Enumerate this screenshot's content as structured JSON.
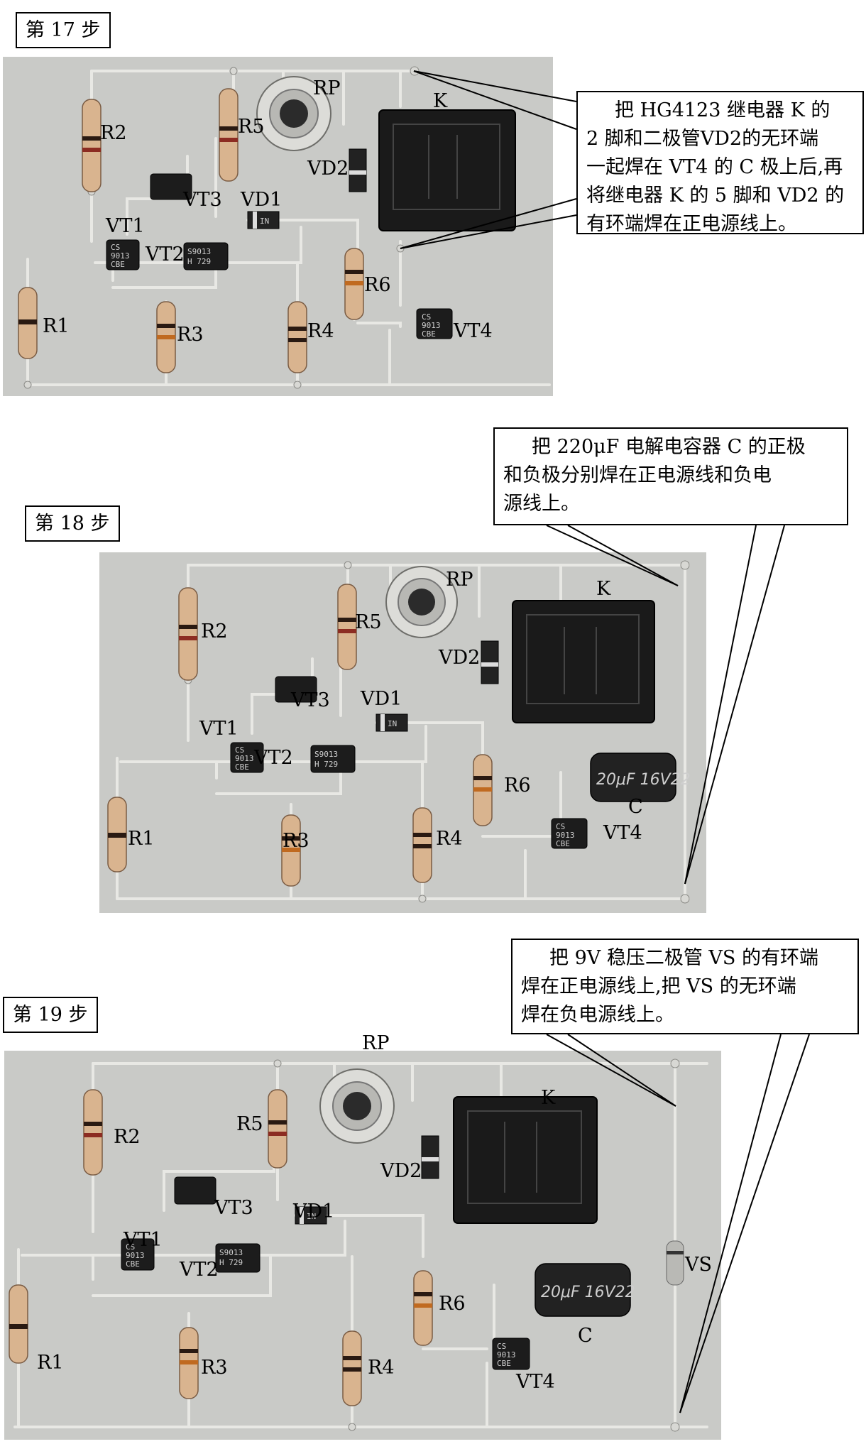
{
  "steps": [
    {
      "label": "第 17 步",
      "callout_lines": [
        "把 HG4123 继电器 K 的",
        "2 脚和二极管VD2的无环端",
        "一起焊在 VT4 的 C 极上后,再",
        "将继电器 K 的 5 脚和 VD2 的",
        "有环端焊在正电源线上。"
      ]
    },
    {
      "label": "第 18 步",
      "callout_lines": [
        "把 220μF 电解电容器 C 的正极",
        "和负极分别焊在正电源线和负电",
        "源线上。"
      ]
    },
    {
      "label": "第 19 步",
      "callout_lines": [
        "把 9V 稳压二极管 VS 的有环端",
        "焊在正电源线上,把 VS 的无环端",
        "焊在负电源线上。"
      ]
    }
  ],
  "component_labels": {
    "R1": "R1",
    "R2": "R2",
    "R3": "R3",
    "R4": "R4",
    "R5": "R5",
    "R6": "R6",
    "RP": "RP",
    "K": "K",
    "VD1": "VD1",
    "VD2": "VD2",
    "VT1": "VT1",
    "VT2": "VT2",
    "VT3": "VT3",
    "VT4": "VT4",
    "C": "C",
    "VS": "VS"
  },
  "part_markings": {
    "vt1": [
      "CS",
      "9013",
      "CBE"
    ],
    "vt2": [
      "S9013",
      "H 729"
    ],
    "vt4": [
      "CS",
      "9013",
      "CBE"
    ],
    "capacitor": "20μF 16V22",
    "diode": "IN"
  }
}
